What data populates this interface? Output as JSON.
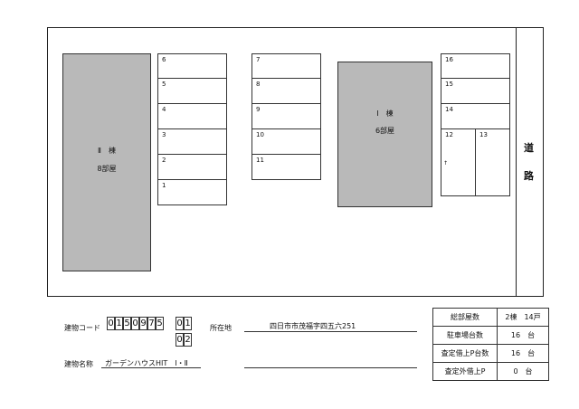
{
  "map": {
    "road_chars": [
      "道",
      "路"
    ],
    "building_ii": {
      "name": "Ⅱ　棟",
      "rooms": "8部屋"
    },
    "building_i": {
      "name": "Ⅰ　棟",
      "rooms": "6部屋"
    },
    "stalls_col1": [
      "6",
      "5",
      "4",
      "3",
      "2",
      "1"
    ],
    "stalls_col2": [
      "7",
      "8",
      "9",
      "10",
      "11"
    ],
    "stalls_col3": [
      "16",
      "15",
      "14"
    ],
    "stalls_col3_split": [
      "12",
      "13"
    ],
    "stall_extra_mark": "↑"
  },
  "form": {
    "building_code_label": "建物コード",
    "building_code_digits": [
      "0",
      "1",
      "5",
      "0",
      "9",
      "7",
      "5"
    ],
    "building_sub_top": [
      "0",
      "1"
    ],
    "building_sub_bottom": [
      "0",
      "2"
    ],
    "location_label": "所在地",
    "location_value": "四日市市茂福字四五六251",
    "building_name_label": "建物名称",
    "building_name_value": "ガーデンハウスHIT　Ⅰ・Ⅱ"
  },
  "info_table": [
    {
      "key": "総部屋数",
      "value": "2棟　14戸"
    },
    {
      "key": "駐車場台数",
      "value": "16　台"
    },
    {
      "key": "査定借上P台数",
      "value": "16　台"
    },
    {
      "key": "査定外借上P",
      "value": "0　台"
    }
  ]
}
